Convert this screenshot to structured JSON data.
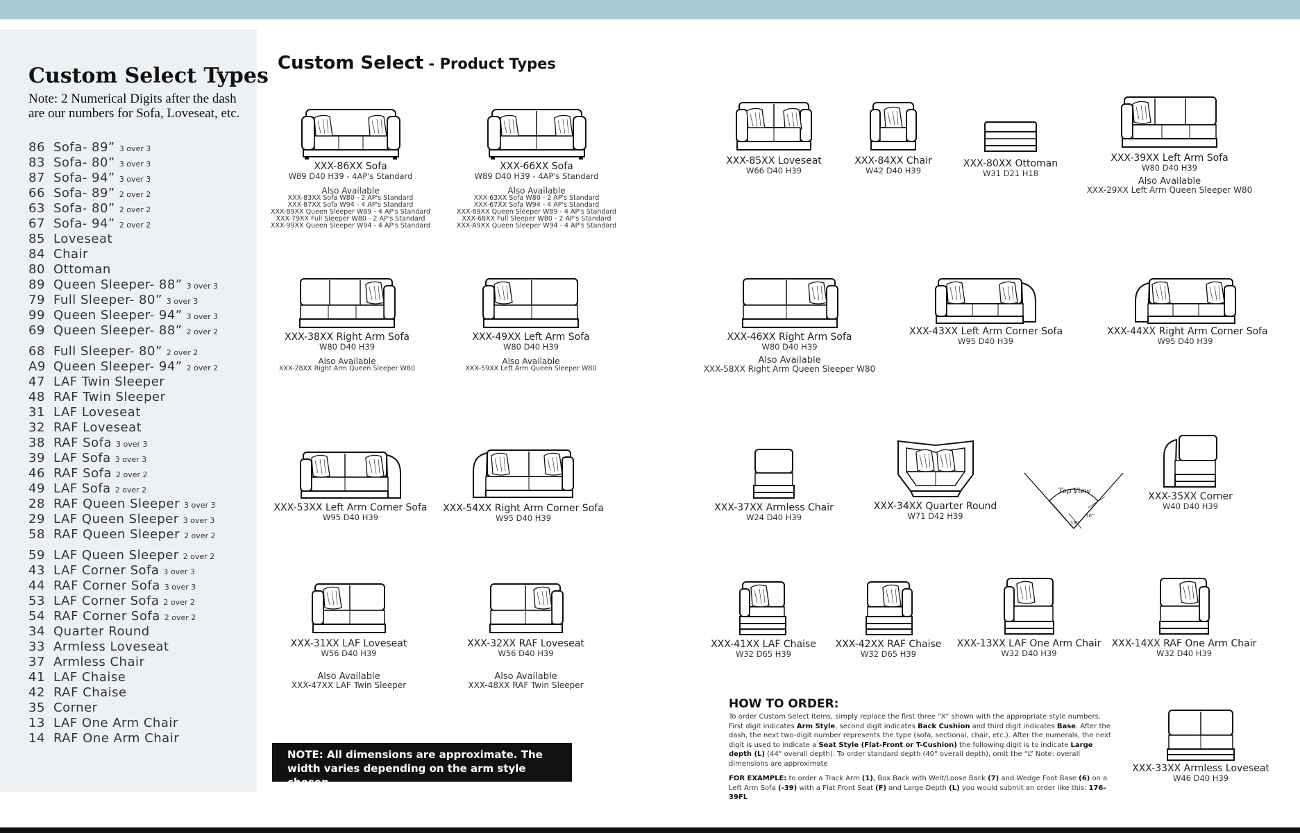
{
  "sidebar": {
    "title": "Custom Select Types",
    "note": "Note: 2 Numerical Digits after the dash are our numbers for Sofa, Loveseat, etc.",
    "items": [
      {
        "code": "86",
        "label": "Sofa- 89”",
        "suffix": "3 over 3"
      },
      {
        "code": "83",
        "label": "Sofa- 80”",
        "suffix": "3 over 3"
      },
      {
        "code": "87",
        "label": "Sofa- 94”",
        "suffix": "3 over 3"
      },
      {
        "code": "66",
        "label": "Sofa- 89”",
        "suffix": "2 over 2"
      },
      {
        "code": "63",
        "label": "Sofa- 80”",
        "suffix": "2 over 2"
      },
      {
        "code": "67",
        "label": "Sofa- 94”",
        "suffix": "2 over 2"
      },
      {
        "code": "85",
        "label": "Loveseat",
        "suffix": ""
      },
      {
        "code": "84",
        "label": "Chair",
        "suffix": ""
      },
      {
        "code": "80",
        "label": "Ottoman",
        "suffix": ""
      },
      {
        "code": "89",
        "label": "Queen Sleeper- 88”",
        "suffix": "3 over 3"
      },
      {
        "code": "79",
        "label": "Full Sleeper- 80”",
        "suffix": "3 over 3"
      },
      {
        "code": "99",
        "label": "Queen Sleeper- 94”",
        "suffix": "3 over 3"
      },
      {
        "code": "69",
        "label": "Queen Sleeper- 88”",
        "suffix": "2 over 2"
      },
      {
        "code": "68",
        "label": "Full Sleeper- 80”",
        "suffix": "2 over 2",
        "gap": true
      },
      {
        "code": "A9",
        "label": "Queen Sleeper- 94”",
        "suffix": "2 over 2"
      },
      {
        "code": "47",
        "label": "LAF Twin Sleeper",
        "suffix": ""
      },
      {
        "code": "48",
        "label": "RAF Twin Sleeper",
        "suffix": ""
      },
      {
        "code": "31",
        "label": "LAF Loveseat",
        "suffix": ""
      },
      {
        "code": "32",
        "label": "RAF Loveseat",
        "suffix": ""
      },
      {
        "code": "38",
        "label": "RAF Sofa",
        "suffix": "3 over 3"
      },
      {
        "code": "39",
        "label": "LAF Sofa",
        "suffix": "3 over 3"
      },
      {
        "code": "46",
        "label": "RAF Sofa",
        "suffix": "2 over 2"
      },
      {
        "code": "49",
        "label": "LAF Sofa",
        "suffix": "2 over 2"
      },
      {
        "code": "28",
        "label": "RAF Queen Sleeper",
        "suffix": "3 over 3"
      },
      {
        "code": "29",
        "label": "LAF Queen Sleeper",
        "suffix": "3 over 3"
      },
      {
        "code": "58",
        "label": "RAF Queen Sleeper",
        "suffix": "2 over 2"
      },
      {
        "code": "59",
        "label": "LAF Queen Sleeper",
        "suffix": "2 over 2",
        "gap": true
      },
      {
        "code": "43",
        "label": "LAF Corner Sofa",
        "suffix": "3 over 3"
      },
      {
        "code": "44",
        "label": "RAF Corner Sofa",
        "suffix": "3 over 3"
      },
      {
        "code": "53",
        "label": "LAF Corner Sofa",
        "suffix": "2 over 2"
      },
      {
        "code": "54",
        "label": "RAF Corner Sofa",
        "suffix": "2 over 2"
      },
      {
        "code": "34",
        "label": "Quarter Round",
        "suffix": ""
      },
      {
        "code": "33",
        "label": "Armless Loveseat",
        "suffix": ""
      },
      {
        "code": "37",
        "label": "Armless Chair",
        "suffix": ""
      },
      {
        "code": "41",
        "label": "LAF Chaise",
        "suffix": ""
      },
      {
        "code": "42",
        "label": "RAF Chaise",
        "suffix": ""
      },
      {
        "code": "35",
        "label": "Corner",
        "suffix": ""
      },
      {
        "code": "13",
        "label": "LAF One Arm Chair",
        "suffix": ""
      },
      {
        "code": "14",
        "label": "RAF One Arm Chair",
        "suffix": ""
      }
    ]
  },
  "main": {
    "title_main": "Custom Select",
    "title_sub": " - Product Types"
  },
  "products": {
    "p86": {
      "name": "XXX-86XX Sofa",
      "dims": "W89 D40 H39 - 4AP's Standard",
      "also_title": "Also Available",
      "also": [
        "XXX-83XX Sofa W80 - 2 AP's Standard",
        "XXX-87XX Sofa W94 - 4 AP's Standard",
        "XXX-89XX Queen Sleeper W89 - 4 AP's Standard",
        "XXX-79XX Full Sleeper W80 - 2 AP's Standard",
        "XXX-99XX Queen Sleeper W94 - 4 AP's Standard"
      ]
    },
    "p66": {
      "name": "XXX-66XX Sofa",
      "dims": "W89 D40 H39 - 4AP's Standard",
      "also_title": "Also Available",
      "also": [
        "XXX-63XX Sofa W80 - 2 AP's Standard",
        "XXX-67XX Sofa W94 - 4 AP's Standard",
        "XXX-69XX Queen Sleeper W89 - 4 AP's Standard",
        "XXX-68XX Full Sleeper W80 - 2 AP's Standard",
        "XXX-A9XX Queen Sleeper W94 - 4 AP's Standard"
      ]
    },
    "p85": {
      "name": "XXX-85XX Loveseat",
      "dims": "W66 D40 H39"
    },
    "p84": {
      "name": "XXX-84XX Chair",
      "dims": "W42 D40 H39"
    },
    "p80": {
      "name": "XXX-80XX Ottoman",
      "dims": "W31 D21 H18"
    },
    "p39": {
      "name": "XXX-39XX Left Arm Sofa",
      "dims": "W80 D40 H39",
      "also_title": "Also Available",
      "also": [
        "XXX-29XX Left Arm Queen Sleeper W80"
      ]
    },
    "p38": {
      "name": "XXX-38XX Right Arm Sofa",
      "dims": "W80 D40 H39",
      "also_title": "Also Available",
      "also": [
        "XXX-28XX Right Arm Queen Sleeper W80"
      ]
    },
    "p49": {
      "name": "XXX-49XX Left Arm Sofa",
      "dims": "W80 D40 H39",
      "also_title": "Also Available",
      "also": [
        "XXX-59XX Left Arm Queen Sleeper W80"
      ]
    },
    "p46": {
      "name": "XXX-46XX Right Arm Sofa",
      "dims": "W80 D40 H39",
      "also_title": "Also Available",
      "also": [
        "XXX-58XX Right Arm Queen Sleeper W80"
      ]
    },
    "p43": {
      "name": "XXX-43XX Left Arm Corner Sofa",
      "dims": "W95 D40 H39"
    },
    "p44": {
      "name": "XXX-44XX Right Arm Corner Sofa",
      "dims": "W95 D40 H39"
    },
    "p53": {
      "name": "XXX-53XX Left Arm Corner Sofa",
      "dims": "W95 D40 H39"
    },
    "p54": {
      "name": "XXX-54XX Right Arm Corner Sofa",
      "dims": "W95 D40 H39"
    },
    "p37": {
      "name": "XXX-37XX Armless Chair",
      "dims": "W24 D40 H39"
    },
    "p34": {
      "name": "XXX-34XX Quarter Round",
      "dims": "W71 D42 H39"
    },
    "topview": {
      "label": "Top View",
      "dim1": "19\"",
      "dim2": "50\""
    },
    "p35": {
      "name": "XXX-35XX Corner",
      "dims": "W40 D40 H39"
    },
    "p31": {
      "name": "XXX-31XX LAF Loveseat",
      "dims": "W56 D40 H39",
      "also_title": "Also Available",
      "also": [
        "XXX-47XX LAF Twin Sleeper"
      ]
    },
    "p32": {
      "name": "XXX-32XX RAF Loveseat",
      "dims": "W56 D40 H39",
      "also_title": "Also Available",
      "also": [
        "XXX-48XX RAF Twin Sleeper"
      ]
    },
    "p41": {
      "name": "XXX-41XX LAF Chaise",
      "dims": "W32 D65 H39"
    },
    "p42": {
      "name": "XXX-42XX RAF Chaise",
      "dims": "W32 D65 H39"
    },
    "p13": {
      "name": "XXX-13XX LAF One Arm Chair",
      "dims": "W32 D40 H39"
    },
    "p14": {
      "name": "XXX-14XX RAF One Arm Chair",
      "dims": "W32 D40 H39"
    },
    "p33": {
      "name": "XXX-33XX Armless Loveseat",
      "dims": "W46 D40 H39"
    }
  },
  "note_box": {
    "line1": "NOTE: All dimensions are approximate. The",
    "line2": "width varies depending on the arm style chosen."
  },
  "howto": {
    "title": "HOW TO ORDER:",
    "p1_a": "To order Custom Select items, simply replace the first three “X” shown with the appropriate style numbers. First digit indicates ",
    "p1_arm": "Arm Style",
    "p1_b": ", second digit indicates ",
    "p1_back": "Back Cushion",
    "p1_c": " and third digit indicates ",
    "p1_base": "Base",
    "p1_d": ". After the dash, the next two-digit number represents the type (sofa, sectional, chair, etc.). After the numerals, the next digit is used to indicate a ",
    "p1_seat": "Seat Style (Flat-Front or T-Cushion)",
    "p1_e": " the following digit is to indicate ",
    "p1_large": "Large depth (L)",
    "p1_f": " (44\" overall depth). To order standard depth (40\" overall depth), omit the “L”      Note: overall dimensions are approximate",
    "ex_label": "FOR EXAMPLE:",
    "ex_a": " to order a Track Arm ",
    "ex_1": "(1)",
    "ex_b": ", Box Back with Welt/Loose Back ",
    "ex_7": "(7)",
    "ex_c": " and Wedge Foot Base ",
    "ex_6": "(6)",
    "ex_d": " on a Left Arm Sofa ",
    "ex_39": "(-39)",
    "ex_e": " with a Flat Front Seat ",
    "ex_f": "(F)",
    "ex_g": " and Large Depth ",
    "ex_l": "(L)",
    "ex_h": " you would submit an order like this:  ",
    "ex_code": "176-39FL"
  }
}
